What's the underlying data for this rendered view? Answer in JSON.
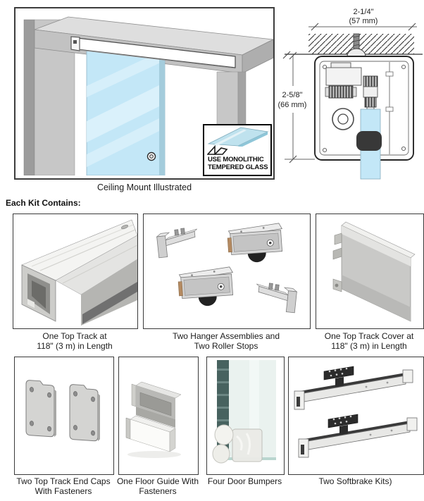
{
  "scene": {
    "illustration_caption": "Ceiling Mount Illustrated",
    "badge": {
      "line1": "USE MONOLITHIC",
      "line2": "TEMPERED GLASS"
    },
    "dimensions": {
      "width_in": "2-1/4\"",
      "width_mm": "(57 mm)",
      "height_in": "2-5/8\"",
      "height_mm": "(66 mm)"
    }
  },
  "kit": {
    "heading": "Each Kit Contains:",
    "items": [
      {
        "caption": "One Top Track at\n118\" (3 m) in Length"
      },
      {
        "caption": "Two Hanger Assemblies and\nTwo Roller Stops"
      },
      {
        "caption": "One Top Track Cover at\n118\" (3 m) in Length"
      },
      {
        "caption": "Two Top Track End Caps\nWith Fasteners"
      },
      {
        "caption": "One Floor Guide With\nFasteners"
      },
      {
        "caption": "Four Door Bumpers"
      },
      {
        "caption": "Two Softbrake Kits)"
      }
    ]
  },
  "colors": {
    "glass_blue": "#c3e7f7",
    "glass_streak": "#def2fb",
    "glass_edge": "#a4ccdc",
    "wall_gray": "#c7c7c7",
    "wall_shadow": "#9c9c9c",
    "outline": "#333333"
  }
}
